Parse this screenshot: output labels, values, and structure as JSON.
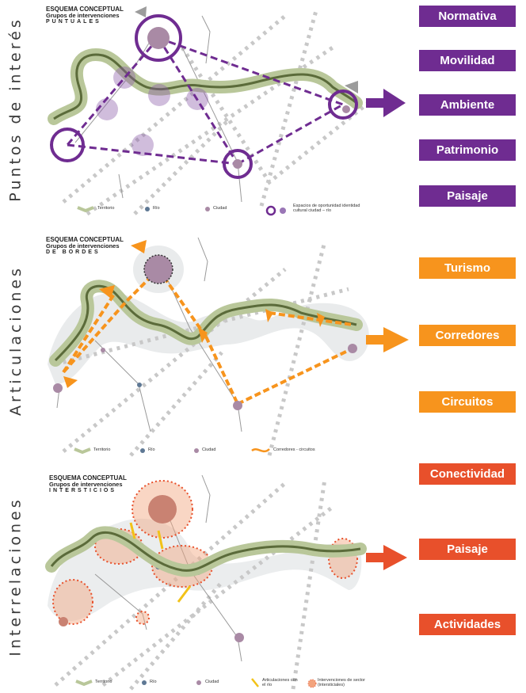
{
  "colors": {
    "purple": "#6f2c91",
    "orange": "#f7941d",
    "red_orange": "#e8502b",
    "river_green": "#5b6b3a",
    "river_halo": "#b9c79a",
    "road_gray": "#c8c8c8"
  },
  "panel1": {
    "side_label": "Puntos de interés",
    "schema_title": "ESQUEMA CONCEPTUAL",
    "schema_subtitle": "Grupos de intervenciones",
    "schema_type": "PUNTUALES",
    "tags": [
      "Normativa",
      "Movilidad",
      "Ambiente",
      "Patrimonio",
      "Paisaje"
    ],
    "legend": {
      "territorio": "Territorio",
      "rio": "Río",
      "ciudad": "Ciudad",
      "spaces": "Espacios de oportunidad identidad cultural ciudad – río"
    }
  },
  "panel2": {
    "side_label": "Articulaciones",
    "schema_title": "ESQUEMA CONCEPTUAL",
    "schema_subtitle": "Grupos de intervenciones",
    "schema_type": "DE BORDES",
    "tags": [
      "Turismo",
      "Corredores",
      "Circuitos"
    ],
    "legend": {
      "territorio": "Territorio",
      "rio": "Río",
      "ciudad": "Ciudad",
      "corredores": "Corredores - circuitos"
    }
  },
  "panel3": {
    "side_label": "Interrelaciones",
    "schema_title": "ESQUEMA CONCEPTUAL",
    "schema_subtitle": "Grupos de intervenciones",
    "schema_type": "INTERSTICIOS",
    "tags": [
      "Conectividad",
      "Paisaje",
      "Actividades"
    ],
    "legend": {
      "territorio": "Territorio",
      "rio": "Río",
      "ciudad": "Ciudad",
      "articulaciones": "Articulaciones con el río",
      "intervenciones": "Intervenciones de sector (intersticiales)"
    }
  }
}
